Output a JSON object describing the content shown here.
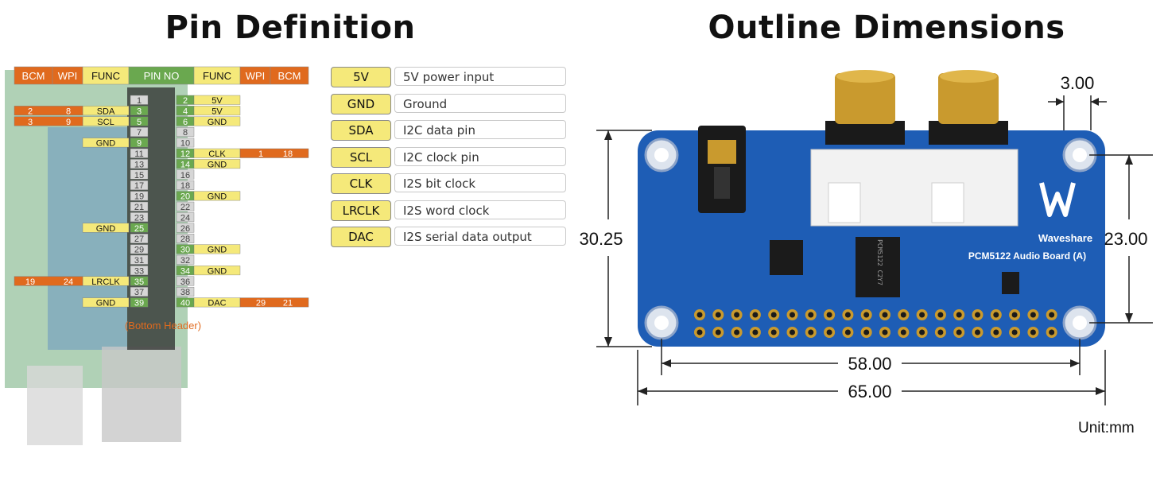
{
  "left_title": "Pin Definition",
  "right_title": "Outline Dimensions",
  "header": [
    "BCM",
    "WPI",
    "FUNC",
    "PIN NO",
    "FUNC",
    "WPI",
    "BCM"
  ],
  "header_colors": [
    "#e06a1e",
    "#e06a1e",
    "#f5e97a",
    "#6aa84f",
    "#f5e97a",
    "#e06a1e",
    "#e06a1e"
  ],
  "pins": {
    "left": [
      {
        "pin": "1",
        "active": false
      },
      {
        "pin": "3",
        "active": true,
        "func": "SDA",
        "wpi": "8",
        "bcm": "2"
      },
      {
        "pin": "5",
        "active": true,
        "func": "SCL",
        "wpi": "9",
        "bcm": "3"
      },
      {
        "pin": "7",
        "active": false
      },
      {
        "pin": "9",
        "active": true,
        "func": "GND"
      },
      {
        "pin": "11",
        "active": false
      },
      {
        "pin": "13",
        "active": false
      },
      {
        "pin": "15",
        "active": false
      },
      {
        "pin": "17",
        "active": false
      },
      {
        "pin": "19",
        "active": false
      },
      {
        "pin": "21",
        "active": false
      },
      {
        "pin": "23",
        "active": false
      },
      {
        "pin": "25",
        "active": true,
        "func": "GND"
      },
      {
        "pin": "27",
        "active": false
      },
      {
        "pin": "29",
        "active": false
      },
      {
        "pin": "31",
        "active": false
      },
      {
        "pin": "33",
        "active": false
      },
      {
        "pin": "35",
        "active": true,
        "func": "LRCLK",
        "wpi": "24",
        "bcm": "19"
      },
      {
        "pin": "37",
        "active": false
      },
      {
        "pin": "39",
        "active": true,
        "func": "GND"
      }
    ],
    "right": [
      {
        "pin": "2",
        "active": true,
        "func": "5V"
      },
      {
        "pin": "4",
        "active": true,
        "func": "5V"
      },
      {
        "pin": "6",
        "active": true,
        "func": "GND"
      },
      {
        "pin": "8",
        "active": false
      },
      {
        "pin": "10",
        "active": false
      },
      {
        "pin": "12",
        "active": true,
        "func": "CLK",
        "wpi": "1",
        "bcm": "18"
      },
      {
        "pin": "14",
        "active": true,
        "func": "GND"
      },
      {
        "pin": "16",
        "active": false
      },
      {
        "pin": "18",
        "active": false
      },
      {
        "pin": "20",
        "active": true,
        "func": "GND"
      },
      {
        "pin": "22",
        "active": false
      },
      {
        "pin": "24",
        "active": false
      },
      {
        "pin": "26",
        "active": false
      },
      {
        "pin": "28",
        "active": false
      },
      {
        "pin": "30",
        "active": true,
        "func": "GND"
      },
      {
        "pin": "32",
        "active": false
      },
      {
        "pin": "34",
        "active": true,
        "func": "GND"
      },
      {
        "pin": "36",
        "active": false
      },
      {
        "pin": "38",
        "active": false
      },
      {
        "pin": "40",
        "active": true,
        "func": "DAC",
        "wpi": "29",
        "bcm": "21"
      }
    ]
  },
  "bottom_header_label": "(Bottom Header)",
  "legend": [
    {
      "tag": "5V",
      "desc": "5V power input"
    },
    {
      "tag": "GND",
      "desc": "Ground"
    },
    {
      "tag": "SDA",
      "desc": "I2C data pin"
    },
    {
      "tag": "SCL",
      "desc": "I2C clock pin"
    },
    {
      "tag": "CLK",
      "desc": "I2S bit clock"
    },
    {
      "tag": "LRCLK",
      "desc": "I2S word clock"
    },
    {
      "tag": "DAC",
      "desc": "I2S serial data output"
    }
  ],
  "dimensions": {
    "top_gap": "3.00",
    "height_total": "30.25",
    "height_holes": "23.00",
    "width_holes": "58.00",
    "width_total": "65.00"
  },
  "board": {
    "brand": "Waveshare",
    "model": "PCM5122 Audio Board (A)",
    "chip_text": "PCM5122 C2Y7"
  },
  "unit": "Unit:mm",
  "colors": {
    "bcm_wpi": "#e06a1e",
    "func": "#f5e97a",
    "pin_active": "#6aa84f",
    "pin_inactive": "#d6d6d6",
    "board_blue": "#1e5db5",
    "gold": "#c99a2e"
  }
}
